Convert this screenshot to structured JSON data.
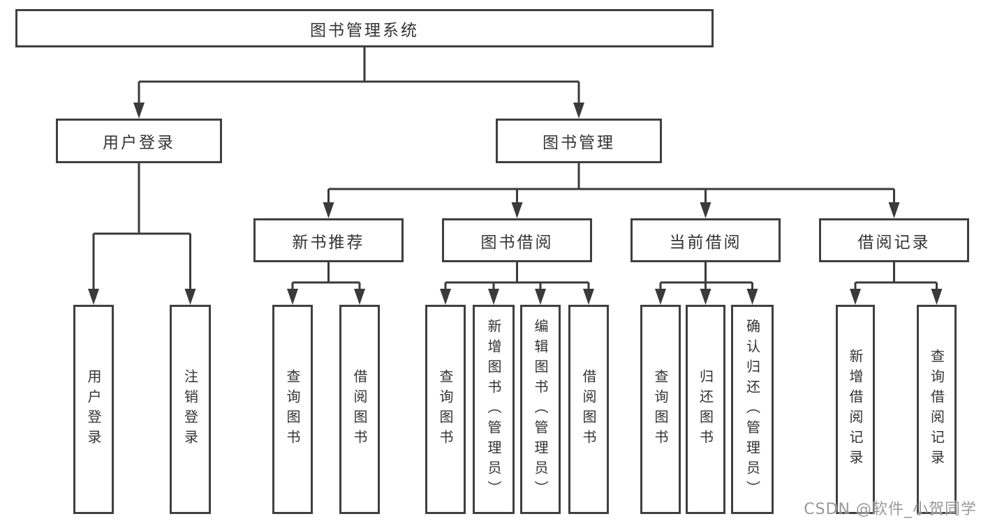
{
  "tree": {
    "root": {
      "label": "图书管理系统",
      "children": [
        {
          "label": "用户登录",
          "children": [
            {
              "label": "用户登录"
            },
            {
              "label": "注销登录"
            }
          ]
        },
        {
          "label": "图书管理",
          "children": [
            {
              "label": "新书推荐",
              "children": [
                {
                  "label": "查询图书"
                },
                {
                  "label": "借阅图书"
                }
              ]
            },
            {
              "label": "图书借阅",
              "children": [
                {
                  "label": "查询图书"
                },
                {
                  "label": "新增图书（管理员）"
                },
                {
                  "label": "编辑图书（管理员）"
                },
                {
                  "label": "借阅图书"
                }
              ]
            },
            {
              "label": "当前借阅",
              "children": [
                {
                  "label": "查询图书"
                },
                {
                  "label": "归还图书"
                },
                {
                  "label": "确认归还（管理员）"
                }
              ]
            },
            {
              "label": "借阅记录",
              "children": [
                {
                  "label": "新增借阅记录"
                },
                {
                  "label": "查询借阅记录"
                }
              ]
            }
          ]
        }
      ]
    }
  },
  "watermark": {
    "text": "CSDN @软件_小贺同学"
  },
  "colors": {
    "line": "#3a3a3a",
    "box_border": "#3f3f3f",
    "box_fill": "#ffffff",
    "text": "#333333",
    "watermark": "#8c8c8c",
    "background": "#ffffff"
  }
}
